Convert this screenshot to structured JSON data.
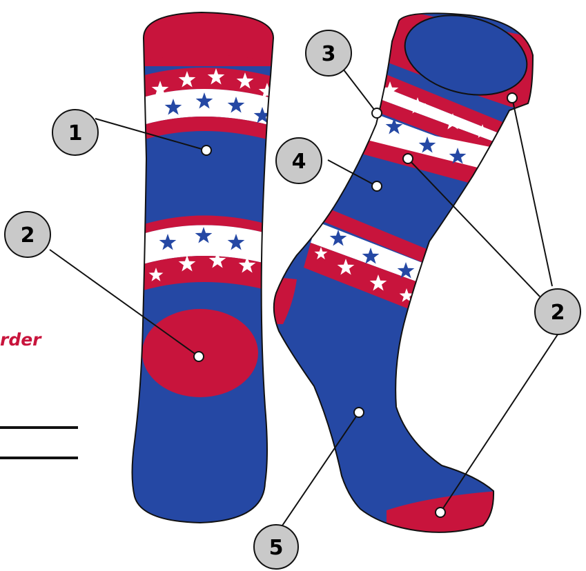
{
  "colors": {
    "royal_blue": "#2548a4",
    "red": "#c8143c",
    "white": "#ffffff",
    "callout_fill": "#c9c9c9",
    "outline": "#111111"
  },
  "form": {
    "order_label": "rder"
  },
  "callouts": [
    {
      "id": "1",
      "label": "1"
    },
    {
      "id": "2a",
      "label": "2"
    },
    {
      "id": "3",
      "label": "3"
    },
    {
      "id": "4",
      "label": "4"
    },
    {
      "id": "2b",
      "label": "2"
    },
    {
      "id": "5",
      "label": "5"
    }
  ]
}
